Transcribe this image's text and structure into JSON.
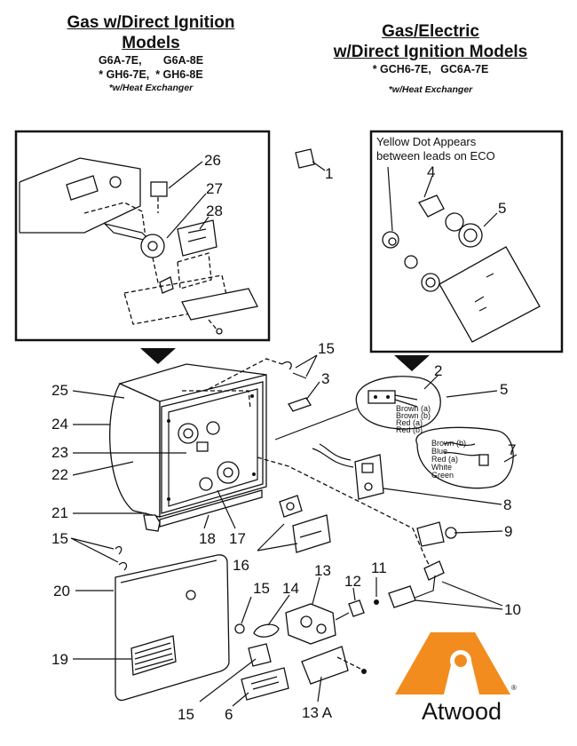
{
  "left_header": {
    "title_line1": "Gas w/Direct Ignition",
    "title_line2": "Models",
    "models_line1": "G6A-7E,       G6A-8E",
    "models_line2": "* GH6-7E,  * GH6-8E",
    "note": "*w/Heat Exchanger"
  },
  "right_header": {
    "title_line1": "Gas/Electric",
    "title_line2": "w/Direct Ignition Models",
    "models_line1": "* GCH6-7E,   GC6A-7E",
    "note": "*w/Heat Exchanger"
  },
  "eco_note": {
    "line1": "Yellow Dot Appears",
    "line2": "between leads on ECO"
  },
  "wire_labels_2": [
    "Brown (a)",
    "Brown (b)",
    "Red (a)",
    "Red (b)"
  ],
  "wire_labels_7": [
    "Brown (b)",
    "Blue",
    "Red (a)",
    "White",
    "Green"
  ],
  "part_labels": {
    "p1": "1",
    "p2": "2",
    "p3": "3",
    "p4": "4",
    "p5_top": "5",
    "p5": "5",
    "p6": "6",
    "p7": "7",
    "p8": "8",
    "p9": "9",
    "p10": "10",
    "p11": "11",
    "p12": "12",
    "p13": "13",
    "p13a": "13 A",
    "p14": "14",
    "p15_top": "15",
    "p15_left": "15",
    "p15_mid": "15",
    "p15_bottom": "15",
    "p16": "16",
    "p17": "17",
    "p18": "18",
    "p19": "19",
    "p20": "20",
    "p21": "21",
    "p22": "22",
    "p23": "23",
    "p24": "24",
    "p25": "25",
    "p26": "26",
    "p27": "27",
    "p28": "28"
  },
  "brand": {
    "name": "Atwood",
    "registered": "®",
    "logo_color": "#f28c1e"
  }
}
